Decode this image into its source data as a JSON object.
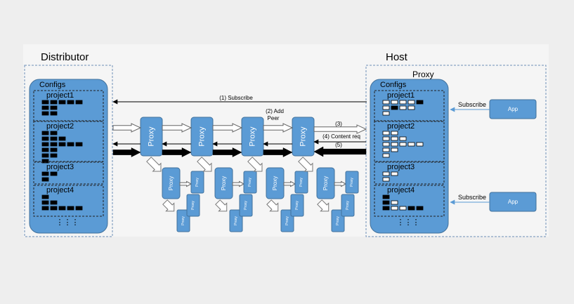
{
  "slide": {
    "distributor_title": "Distributor",
    "host_title": "Host",
    "proxy_label": "Proxy"
  },
  "distributor": {
    "configs_label": "Configs",
    "projects": [
      {
        "name": "project1",
        "rows": [
          [
            1,
            1,
            1,
            1,
            1
          ],
          [
            1,
            1
          ],
          [
            1,
            1
          ]
        ]
      },
      {
        "name": "project2",
        "rows": [
          [
            1,
            1
          ],
          [
            1,
            1,
            1
          ],
          [
            1,
            1,
            1,
            1,
            1
          ],
          [
            1,
            1
          ],
          [
            1,
            1
          ],
          [
            1
          ]
        ]
      },
      {
        "name": "project3",
        "rows": [
          [
            1,
            1
          ],
          [
            1
          ]
        ]
      },
      {
        "name": "project4",
        "rows": [
          [
            1
          ],
          [
            1,
            1
          ],
          [
            1,
            1,
            1,
            1,
            1
          ]
        ]
      }
    ],
    "ellipsis": "⋮⋮⋮"
  },
  "host": {
    "configs_label": "Configs",
    "projects": [
      {
        "name": "project1",
        "rows": [
          [
            0,
            0,
            0,
            0,
            1
          ],
          [
            0,
            1,
            0,
            0
          ],
          [
            0
          ]
        ]
      },
      {
        "name": "project2",
        "rows": [
          [
            0,
            0
          ],
          [
            0,
            0,
            0
          ],
          [
            0,
            0,
            0,
            0,
            0
          ],
          [
            0,
            0
          ],
          [
            0
          ]
        ]
      },
      {
        "name": "project3",
        "rows": [
          [
            0,
            0
          ],
          [
            0
          ]
        ]
      },
      {
        "name": "project4",
        "rows": [
          [
            1
          ],
          [
            1,
            0
          ],
          [
            1,
            0,
            0,
            1,
            1
          ]
        ]
      }
    ],
    "ellipsis": "⋮⋮⋮"
  },
  "arrows": {
    "subscribe": "(1) Subscribe",
    "add_peer_line1": "(2) Add",
    "add_peer_line2": "Peer",
    "step3": "(3)",
    "content_req": "(4) Content req",
    "step5": "(5)"
  },
  "apps": [
    {
      "label": "App",
      "subscribe_label": "Subscribe"
    },
    {
      "label": "App",
      "subscribe_label": "Subscribe"
    }
  ],
  "proxies": {
    "main_label": "Proxy",
    "child_label": "Proxy",
    "small_label": "Proxy",
    "main_count": 4
  },
  "colors": {
    "panel": "#f5f5f5",
    "blue_fill": "#5b9bd5",
    "blue_stroke": "#41719c",
    "dashed": "#6d8fb8"
  }
}
